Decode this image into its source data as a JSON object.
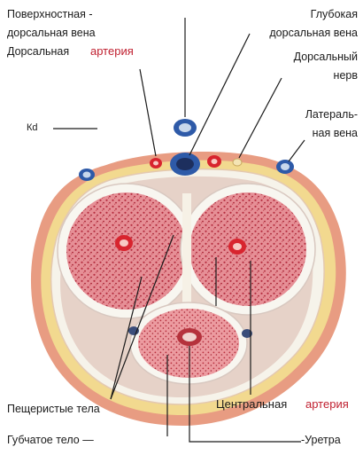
{
  "labels": {
    "superficial_vein_1": "Поверхностная -",
    "superficial_vein_2": "дорсальная вена",
    "dorsal_artery_1": "Дорсальная",
    "dorsal_artery_2": "артерия",
    "deep_vein_1": "Глубокая",
    "deep_vein_2": "дорсальная вена",
    "dorsal_nerve_1": "Дорсальный",
    "dorsal_nerve_2": "нерв",
    "lateral_vein_1": "Латераль-",
    "lateral_vein_2": "ная вена",
    "skin": "Кd",
    "cavernous_bodies": "Пещеристые тела",
    "central_artery_1": "Центральная",
    "central_artery_2": "артерия",
    "spongy_body": "Губчатое тело —",
    "urethra": "-Уретра"
  },
  "colors": {
    "skin": "#e99a7e",
    "fat": "#f2d890",
    "fascia": "#f4f2ea",
    "tissue": "#c83b4a",
    "tissue_light": "#e48a90",
    "vein": "#2e5aa8",
    "artery": "#d8242e"
  }
}
